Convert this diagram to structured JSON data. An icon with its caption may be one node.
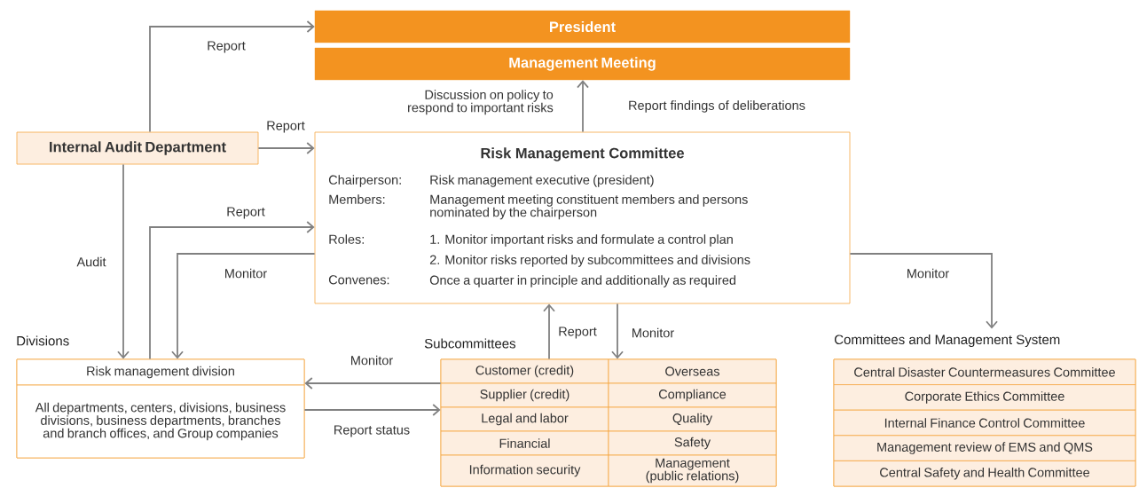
{
  "diagram": {
    "nodes": [
      {
        "text": [
          "President"
        ]
      },
      {
        "text": [
          "Management Meeting"
        ]
      },
      {
        "text": [
          "Internal Audit Department"
        ]
      },
      {
        "text": [
          "Risk Management Committee",
          "Chairperson:",
          "Risk management executive (president)",
          "Members:",
          "Management meeting constituent members and persons nominated by the chairperson",
          "Roles:",
          "1. Monitor important risks and formulate a control plan",
          "2. Monitor risks reported by subcommittees and divisions",
          "Convenes:",
          "Once a quarter in principle and additionally as required"
        ]
      },
      {
        "text": [
          "Divisions"
        ]
      },
      {
        "text": [
          "Risk management division"
        ],
        "in": 4
      },
      {
        "text": [
          "All departments, centers, divisions, business divisions, business departments, branches and branch offices, and Group companies"
        ],
        "in": 4
      },
      {
        "text": [
          "Subcommittees"
        ]
      },
      {
        "text": [
          "Customer (credit)"
        ],
        "in": 7
      },
      {
        "text": [
          "Overseas"
        ],
        "in": 7
      },
      {
        "text": [
          "Supplier (credit)"
        ],
        "in": 7
      },
      {
        "text": [
          "Compliance"
        ],
        "in": 7
      },
      {
        "text": [
          "Legal and labor"
        ],
        "in": 7
      },
      {
        "text": [
          "Quality"
        ],
        "in": 7
      },
      {
        "text": [
          "Financial"
        ],
        "in": 7
      },
      {
        "text": [
          "Safety"
        ],
        "in": 7
      },
      {
        "text": [
          "Information security"
        ],
        "in": 7
      },
      {
        "text": [
          "Management (public relations)"
        ],
        "in": 7
      },
      {
        "text": [
          "Committees and Management System"
        ]
      },
      {
        "text": [
          "Central Disaster Countermeasures Committee"
        ],
        "in": 18
      },
      {
        "text": [
          "Corporate Ethics Committee"
        ],
        "in": 18
      },
      {
        "text": [
          "Internal Finance Control Committee"
        ],
        "in": 18
      },
      {
        "text": [
          "Management review of EMS and QMS"
        ],
        "in": 18
      },
      {
        "text": [
          "Central Safety and Health Committee"
        ],
        "in": 18
      }
    ],
    "edges": [
      {
        "from": 2,
        "to": 0,
        "arrow": "to",
        "label": "Report"
      },
      {
        "from": 2,
        "to": 3,
        "arrow": "to",
        "label": "Report"
      },
      {
        "from": 2,
        "to": 5,
        "arrow": "to",
        "label": "Audit"
      },
      {
        "from": 5,
        "to": 3,
        "arrow": "to",
        "label": "Report"
      },
      {
        "from": 3,
        "to": 5,
        "arrow": "to",
        "label": "Monitor"
      },
      {
        "from": 3,
        "to": 1,
        "arrow": "to",
        "label": "Report findings of deliberations"
      },
      {
        "from": 3,
        "to": 18,
        "arrow": "to",
        "label": "Monitor"
      },
      {
        "from": 7,
        "to": 3,
        "arrow": "to",
        "label": "Report"
      },
      {
        "from": 3,
        "to": 7,
        "arrow": "to",
        "label": "Monitor"
      },
      {
        "from": 7,
        "to": 5,
        "arrow": "to",
        "label": "Monitor"
      },
      {
        "from": 6,
        "to": 7,
        "arrow": "to",
        "label": "Report status"
      }
    ],
    "labels": [
      "Discussion on policy to respond to important risks"
    ]
  }
}
